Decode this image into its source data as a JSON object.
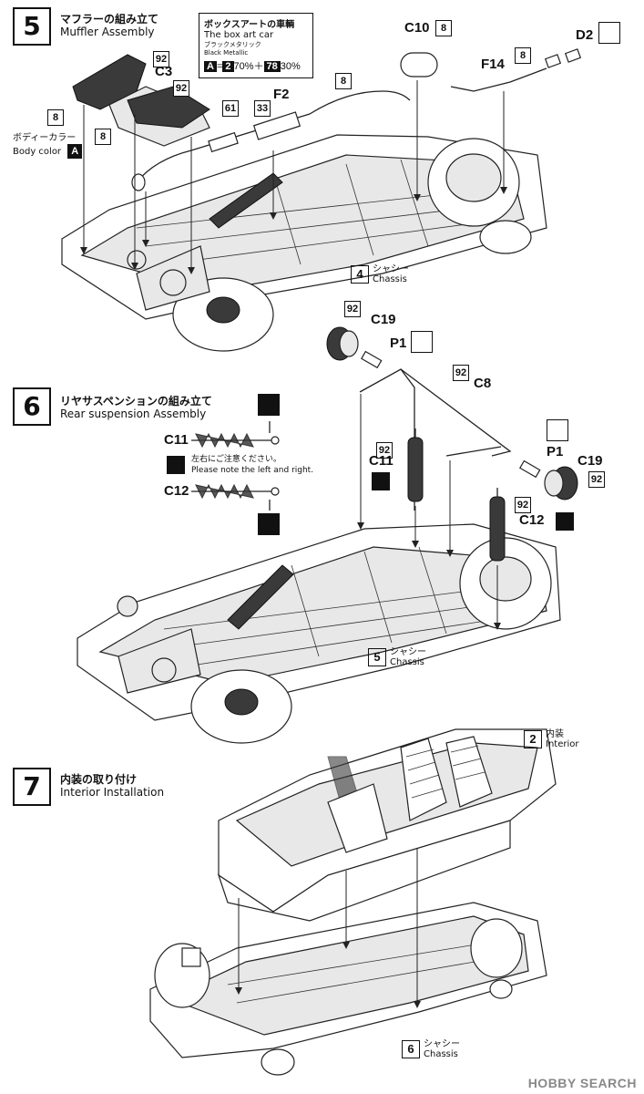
{
  "steps": [
    {
      "num": "5",
      "title_jp": "マフラーの組み立て",
      "title_en": "Muffler Assembly"
    },
    {
      "num": "6",
      "title_jp": "リヤサスペンションの組み立て",
      "title_en": "Rear suspension Assembly"
    },
    {
      "num": "7",
      "title_jp": "内装の取り付け",
      "title_en": "Interior Installation"
    }
  ],
  "box_art_note": {
    "title_jp": "ボックスアートの車輌",
    "title_en": "The box art car",
    "color_jp": "ブラックメタリック",
    "color_en": "Black Metallic",
    "mix_label": "A",
    "mix_eq": "=",
    "mix_c1": "2",
    "mix_p1": "70%＋",
    "mix_c2": "78",
    "mix_p2": "30%"
  },
  "body_color": {
    "jp": "ボディーカラー",
    "en": "Body color",
    "code": "A"
  },
  "step5_parts": {
    "c3": "C3",
    "f2": "F2",
    "c10": "C10",
    "f14": "F14",
    "d2": "D2",
    "n92a": "92",
    "n92b": "92",
    "n8a": "8",
    "n8b": "8",
    "n8c": "8",
    "n8d": "8",
    "n8e": "8",
    "n61": "61",
    "n33": "33"
  },
  "step6_parts": {
    "c19a": "C19",
    "c19b": "C19",
    "p1a": "P1",
    "p1b": "P1",
    "c8": "C8",
    "c11a": "C11",
    "c11b": "C11",
    "c12a": "C12",
    "c12b": "C12",
    "n92a": "92",
    "n92b": "92",
    "n92c": "92",
    "n92d": "92",
    "n92e": "92"
  },
  "lr_note": {
    "jp": "左右にご注意ください。",
    "en": "Please note the left and right."
  },
  "refs": {
    "s5_chassis": {
      "num": "4",
      "jp": "シャシー",
      "en": "Chassis"
    },
    "s6_chassis": {
      "num": "5",
      "jp": "シャシー",
      "en": "Chassis"
    },
    "s7_interior": {
      "num": "2",
      "jp": "内装",
      "en": "Interior"
    },
    "s7_chassis": {
      "num": "6",
      "jp": "シャシー",
      "en": "Chassis"
    }
  },
  "watermark": "HOBBY SEARCH"
}
